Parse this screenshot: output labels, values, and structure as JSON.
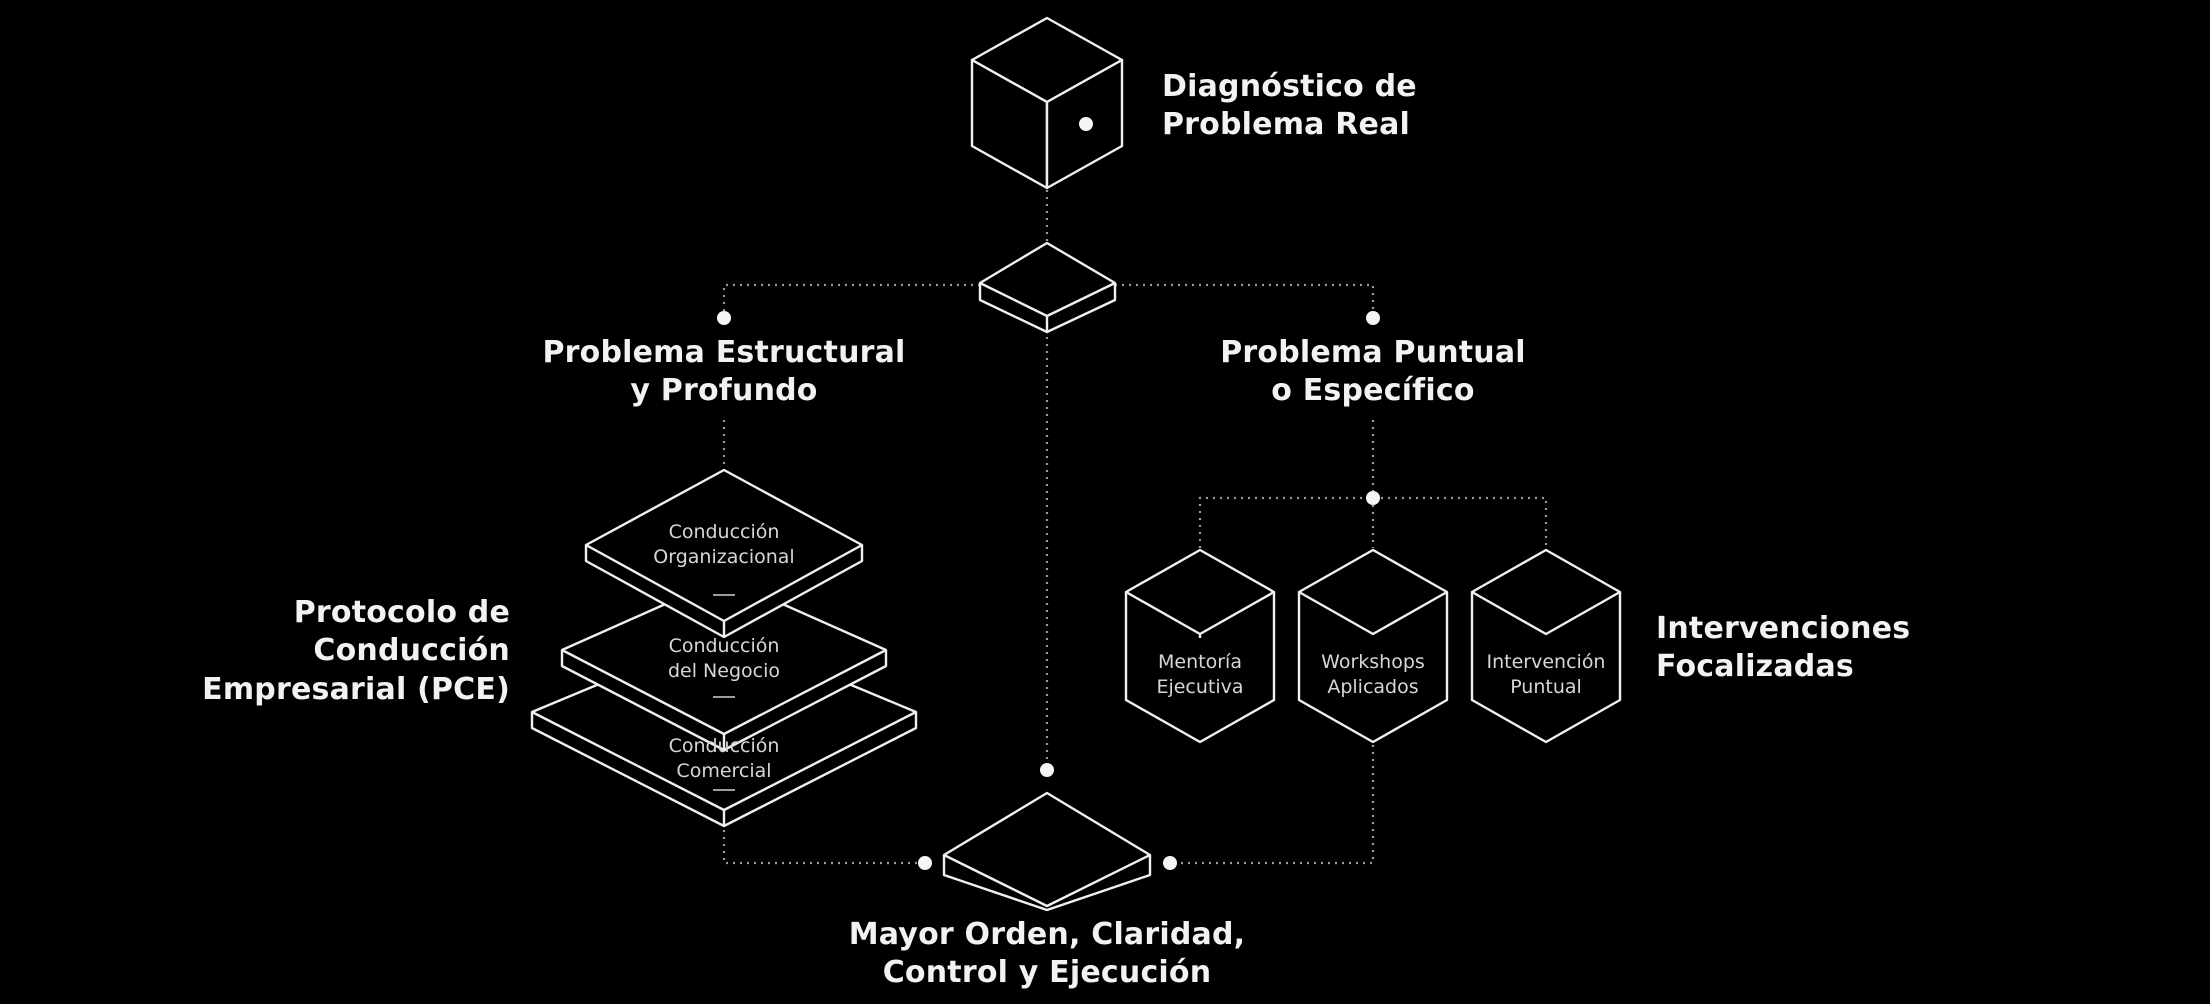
{
  "diagram": {
    "root": {
      "title_lines": [
        "Diagnóstico de",
        "Problema Real"
      ],
      "icon": "cube-icon"
    },
    "branches": {
      "left": {
        "title_lines": [
          "Problema Estructural",
          "y Profundo"
        ],
        "group_label_lines": [
          "Protocolo de",
          "Conducción",
          "Empresarial (PCE)"
        ],
        "layers": [
          {
            "lines": [
              "Conducción",
              "Organizacional"
            ]
          },
          {
            "lines": [
              "Conducción",
              "del Negocio"
            ]
          },
          {
            "lines": [
              "Conducción",
              "Comercial"
            ]
          }
        ]
      },
      "right": {
        "title_lines": [
          "Problema Puntual",
          "o Específico"
        ],
        "group_label_lines": [
          "Intervenciones",
          "Focalizadas"
        ],
        "boxes": [
          {
            "lines": [
              "Mentoría",
              "Ejecutiva"
            ]
          },
          {
            "lines": [
              "Workshops",
              "Aplicados"
            ]
          },
          {
            "lines": [
              "Intervención",
              "Puntual"
            ]
          }
        ]
      }
    },
    "outcome": {
      "title_lines": [
        "Mayor Orden, Claridad,",
        "Control y Ejecución"
      ]
    }
  }
}
